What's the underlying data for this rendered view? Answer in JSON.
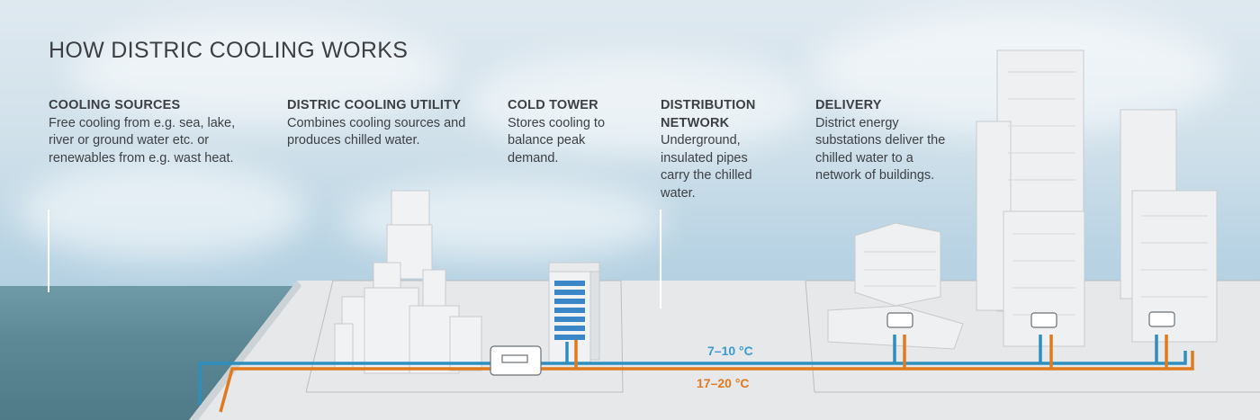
{
  "title": "HOW DISTRIC COOLING WORKS",
  "sections": [
    {
      "heading": "COOLING SOURCES",
      "body": "Free cooling from e.g. sea, lake, river or ground water etc. or renewables from e.g. wast heat."
    },
    {
      "heading": "DISTRIC COOLING UTILITY",
      "body": "Combines cooling sources and produces chilled water."
    },
    {
      "heading": "COLD TOWER",
      "body": "Stores cooling to balance peak demand."
    },
    {
      "heading": "DISTRIBUTION NETWORK",
      "body": "Underground, insulated pipes carry the chilled water."
    },
    {
      "heading": "DELIVERY",
      "body": "District energy substations deliver the chilled water to a network of buildings."
    }
  ],
  "temps": {
    "supply": "7–10 °C",
    "return": "17–20 °C"
  },
  "colors": {
    "supply_pipe": "#2e8fbf",
    "return_pipe": "#e07a1f",
    "text": "#3c3f44",
    "supply_label": "#3a9bd0",
    "return_label": "#e07a1f"
  },
  "icons": [
    "substation-icon"
  ]
}
